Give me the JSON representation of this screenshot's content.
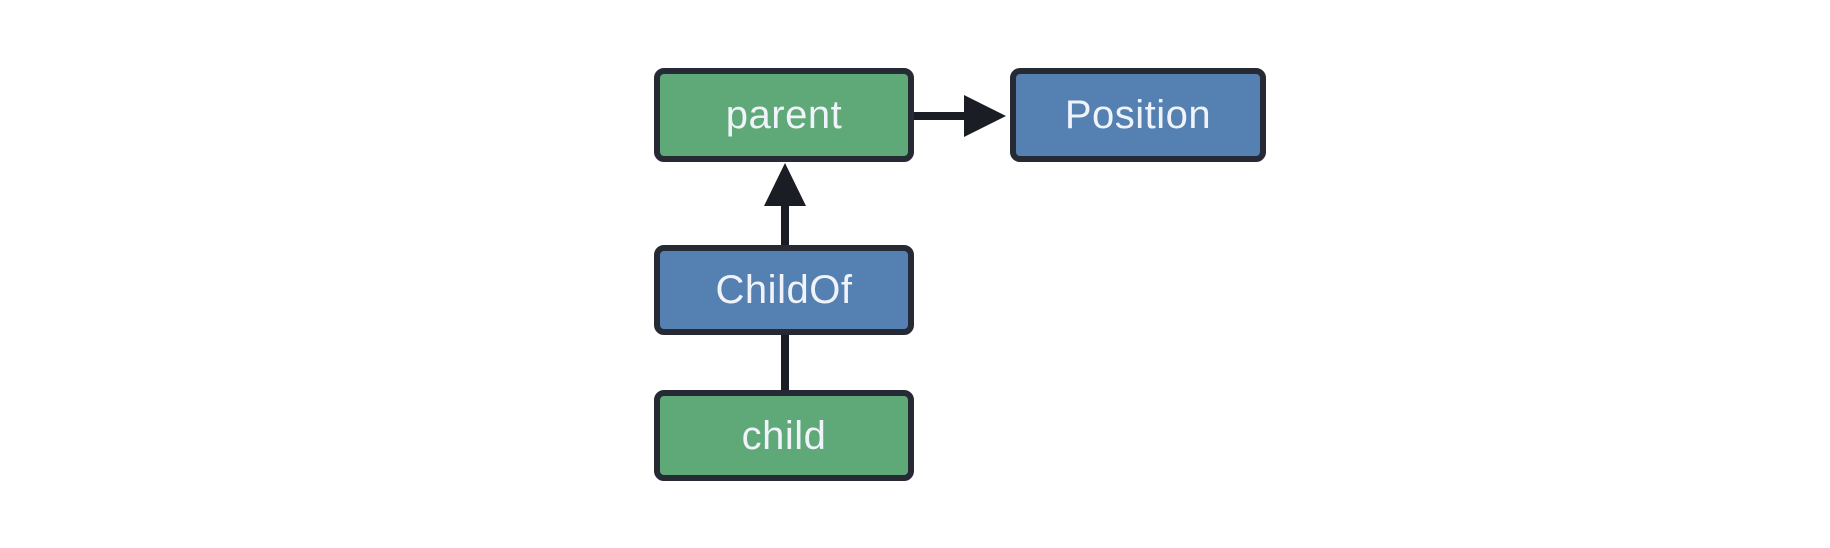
{
  "diagram": {
    "type": "flowchart",
    "background_color": "#ffffff",
    "colors": {
      "entity_fill": "#5fa878",
      "component_fill": "#5581b2",
      "node_border": "#252a34",
      "edge": "#1a1d24",
      "label_text": "#f0f3fa"
    },
    "nodes": [
      {
        "id": "parent",
        "label": "parent",
        "kind": "entity",
        "fill": "#5fa878"
      },
      {
        "id": "position",
        "label": "Position",
        "kind": "component",
        "fill": "#5581b2"
      },
      {
        "id": "childof",
        "label": "ChildOf",
        "kind": "relationship",
        "fill": "#5581b2"
      },
      {
        "id": "child",
        "label": "child",
        "kind": "entity",
        "fill": "#5fa878"
      }
    ],
    "edges": [
      {
        "from": "parent",
        "to": "position",
        "direction": "right",
        "arrowhead": true
      },
      {
        "from": "childof",
        "to": "parent",
        "direction": "up",
        "arrowhead": true
      },
      {
        "from": "child",
        "to": "childof",
        "direction": "up",
        "arrowhead": false
      }
    ]
  }
}
